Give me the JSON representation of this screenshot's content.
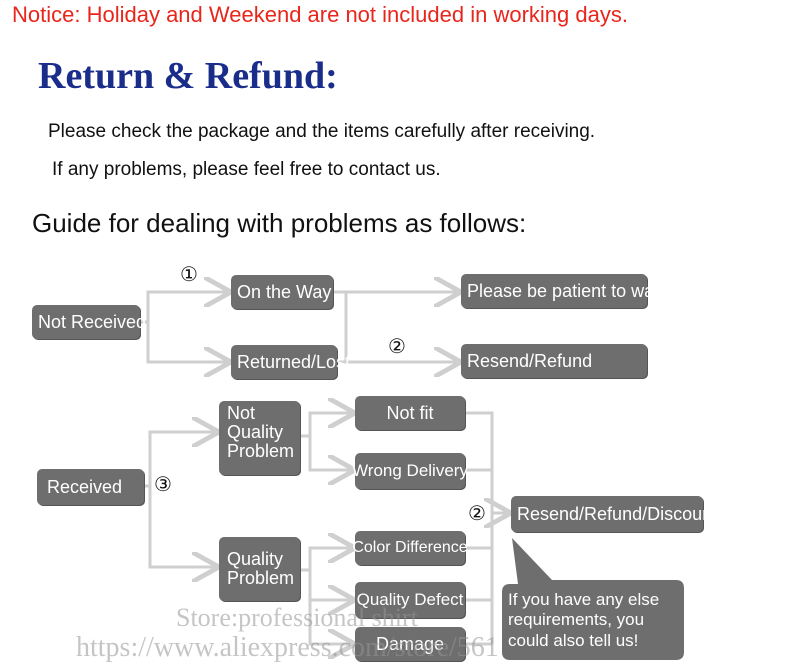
{
  "notice": "Notice: Holiday and Weekend are not included in working days.",
  "title": "Return & Refund:",
  "intro": [
    "Please check the package and the items carefully after receiving.",
    "If any problems, please feel free to contact us."
  ],
  "guide_heading": "Guide for dealing with problems as follows:",
  "markers": {
    "one": "①",
    "two": "②",
    "two_b": "②",
    "three": "③"
  },
  "nodes": {
    "not_received": "Not Received",
    "on_the_way": "On the Way",
    "please_wait": "Please be patient to wait",
    "returned_lost": "Returned/Lost",
    "resend_refund": "Resend/Refund",
    "received": "Received",
    "not_quality_problem": "Not Quality Problem",
    "not_fit": "Not fit",
    "wrong_delivery": "Wrong Delivery",
    "quality_problem": "Quality Problem",
    "color_difference": "Color Difference",
    "quality_defect": "Quality Defect",
    "damage": "Damage",
    "resend_refund_discount": "Resend/Refund/Discount",
    "callout": "If you have any else requirements, you could also tell us!"
  },
  "watermark": {
    "store": "Store:professional shirt",
    "url": "https://www.aliexpress.com/store/561"
  },
  "colors": {
    "notice": "#e8261c",
    "title": "#1a2d8a",
    "box": "#6e6e6e",
    "line": "#cfcfcf"
  }
}
